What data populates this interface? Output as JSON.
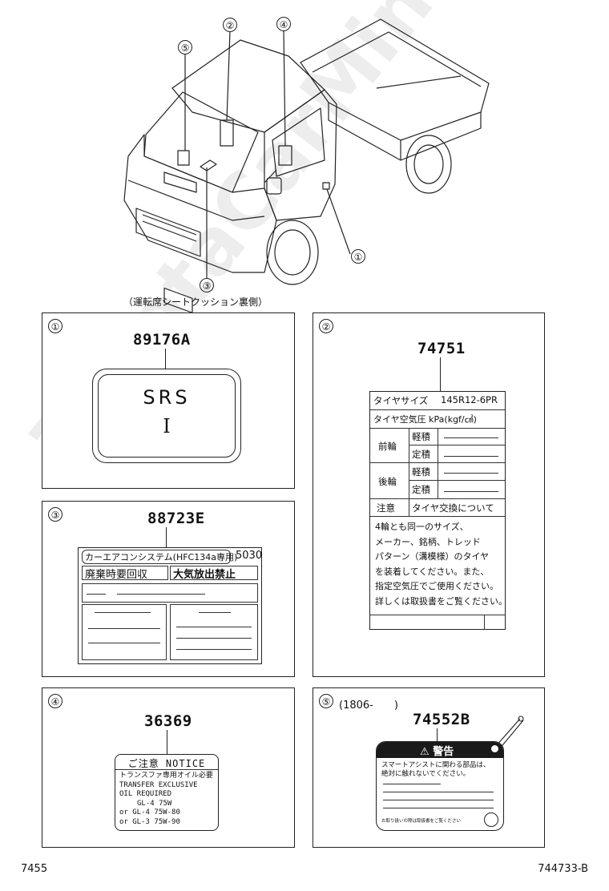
{
  "truck": {
    "callouts": [
      "①",
      "②",
      "③",
      "④",
      "⑤"
    ],
    "caption": "（運転席シートクッション裏側）"
  },
  "panel1": {
    "num": "①",
    "part_no": "89176A",
    "label_line1": "SRS",
    "label_line2": "I"
  },
  "panel2": {
    "num": "②",
    "part_no": "74751",
    "tire_size_label": "タイヤサイズ",
    "tire_size_value": "145R12-6PR",
    "pressure_label": "タイヤ空気圧 kPa(kgf/㎠)",
    "front": "前輪",
    "rear": "後輪",
    "light_load": "軽積",
    "full_load": "定積",
    "caution": "注意",
    "caution_title": "タイヤ交換について",
    "notice_lines": [
      "4輪とも同一のサイズ、",
      "メーカー、銘柄、トレッド",
      "パターン（溝模様）のタイヤ",
      "を装着してください。また、",
      "指定空気圧でご使用ください。",
      "詳しくは取扱書をご覧ください。"
    ]
  },
  "panel3": {
    "num": "③",
    "part_no": "88723E",
    "header": "カーエアコンシステム(HFC134a専用)",
    "code": "5030",
    "left_box": "廃棄時要回収",
    "right_box": "大気放出禁止"
  },
  "panel4": {
    "num": "④",
    "part_no": "36369",
    "title": "ご注意 NOTICE",
    "lines": [
      "トランスファ専用オイル必要",
      "TRANSFER EXCLUSIVE",
      "OIL REQUIRED",
      "GL-4  75W",
      "or  GL-4  75W-80",
      "or  GL-3  75W-90"
    ]
  },
  "panel5": {
    "num": "⑤",
    "date_range": "(1806-　　)",
    "part_no": "74552B",
    "warning": "警告",
    "text_lines": [
      "スマートアシストに関わる部品は、",
      "絶対に触れないでください。"
    ],
    "footer": "お取り扱いの際は取扱書をご覧ください"
  },
  "footer": {
    "left": "7455",
    "right": "744733-B"
  },
  "watermark": "ToyotaCarMine.ru"
}
